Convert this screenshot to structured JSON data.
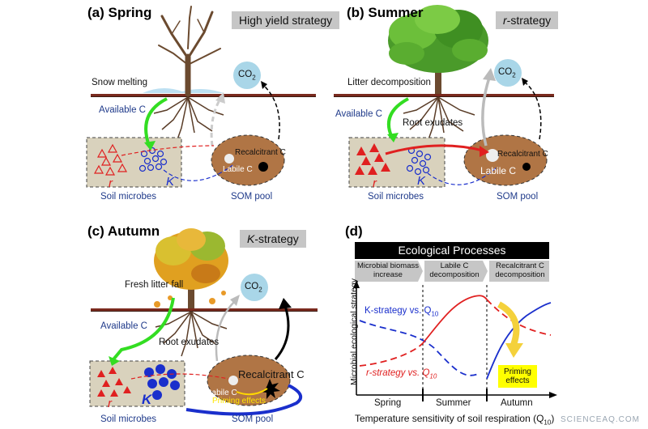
{
  "panel_a": {
    "title": "(a)  Spring",
    "strategy": "High yield strategy",
    "snow_melting": "Snow melting",
    "available_c": "Available C",
    "co2": "CO",
    "co2_sub": "2",
    "recalcitrant_c": "Recalcitrant C",
    "labile_c": "Labile C",
    "r_label": "r",
    "k_label": "K",
    "soil_microbes": "Soil microbes",
    "som_pool": "SOM pool"
  },
  "panel_b": {
    "title": "(b)  Summer",
    "strategy": "-strategy",
    "strategy_prefix": "r",
    "litter_decomposition": "Litter decomposition",
    "available_c": "Available C",
    "root_exudates": "Root exudates",
    "co2": "CO",
    "co2_sub": "2",
    "recalcitrant_c": "Recalcitrant C",
    "labile_c": "Labile C",
    "r_label": "r",
    "k_label": "K",
    "soil_microbes": "Soil microbes",
    "som_pool": "SOM pool"
  },
  "panel_c": {
    "title": "(c)  Autumn",
    "strategy": "-strategy",
    "strategy_prefix": "K",
    "fresh_litter_fall": "Fresh litter fall",
    "available_c": "Available C",
    "root_exudates": "Root exudates",
    "co2": "CO",
    "co2_sub": "2",
    "recalcitrant_c": "Recalcitrant C",
    "labile_c": "Labile C",
    "priming_effects": "Priming effects",
    "r_label": "r",
    "k_label": "K",
    "soil_microbes": "Soil microbes",
    "som_pool": "SOM pool"
  },
  "panel_d": {
    "title": "(d)",
    "header": "Ecological Processes",
    "processes": [
      "Microbial biomass increase",
      "Labile C decomposition",
      "Recalcitrant C decomposition"
    ],
    "k_curve_label": "K-strategy vs. Q",
    "r_curve_label": "r-strategy vs. Q",
    "q_sub": "10",
    "priming_effects": "Priming effects",
    "ylabel": "Microbial ecological strategy",
    "seasons": [
      "Spring",
      "Summer",
      "Autumn"
    ],
    "xlabel": "Temperature sensitivity of soil respiration (Q",
    "xlabel_sub": "10",
    "xlabel_end": ")"
  },
  "watermark": "SCIENCEAQ.COM",
  "colors": {
    "soil_box": "#d9d2bd",
    "som_pool": "#b07545",
    "co2": "#a9d6e8",
    "r_strategy": "#e02020",
    "k_strategy": "#1a2fcc",
    "available_c_arrow": "#33dd22",
    "priming_box": "#ffff00",
    "header_bar": "#000000",
    "pill": "#c6c6c6"
  }
}
